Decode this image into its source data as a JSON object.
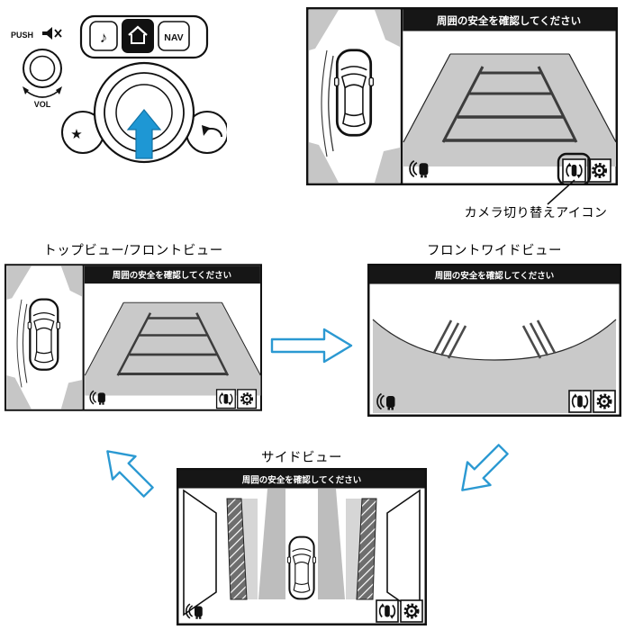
{
  "screens": {
    "banner_text": "周囲の安全を確認してください"
  },
  "callout": {
    "camera_switch_label": "カメラ切り替えアイコン"
  },
  "flow_labels": {
    "top_front": "トップビュー/フロントビュー",
    "front_wide": "フロントワイドビュー",
    "side": "サイドビュー"
  },
  "controller": {
    "push_label": "PUSH",
    "vol_label": "VOL",
    "nav_label": "NAV",
    "music_glyph": "♪",
    "star_glyph": "★"
  },
  "icons": {
    "camera_switch": "camera-switch-icon",
    "settings": "settings-gear-icon",
    "sonar": "clearance-sonar-icon",
    "mute": "mute-speaker-icon",
    "home": "home-icon"
  },
  "colors": {
    "flow_arrow_blue": "#2b99d2",
    "dial_arrow_blue": "#1e97d4",
    "ground_gray": "#c9c9c9",
    "banner_black": "#161616"
  }
}
